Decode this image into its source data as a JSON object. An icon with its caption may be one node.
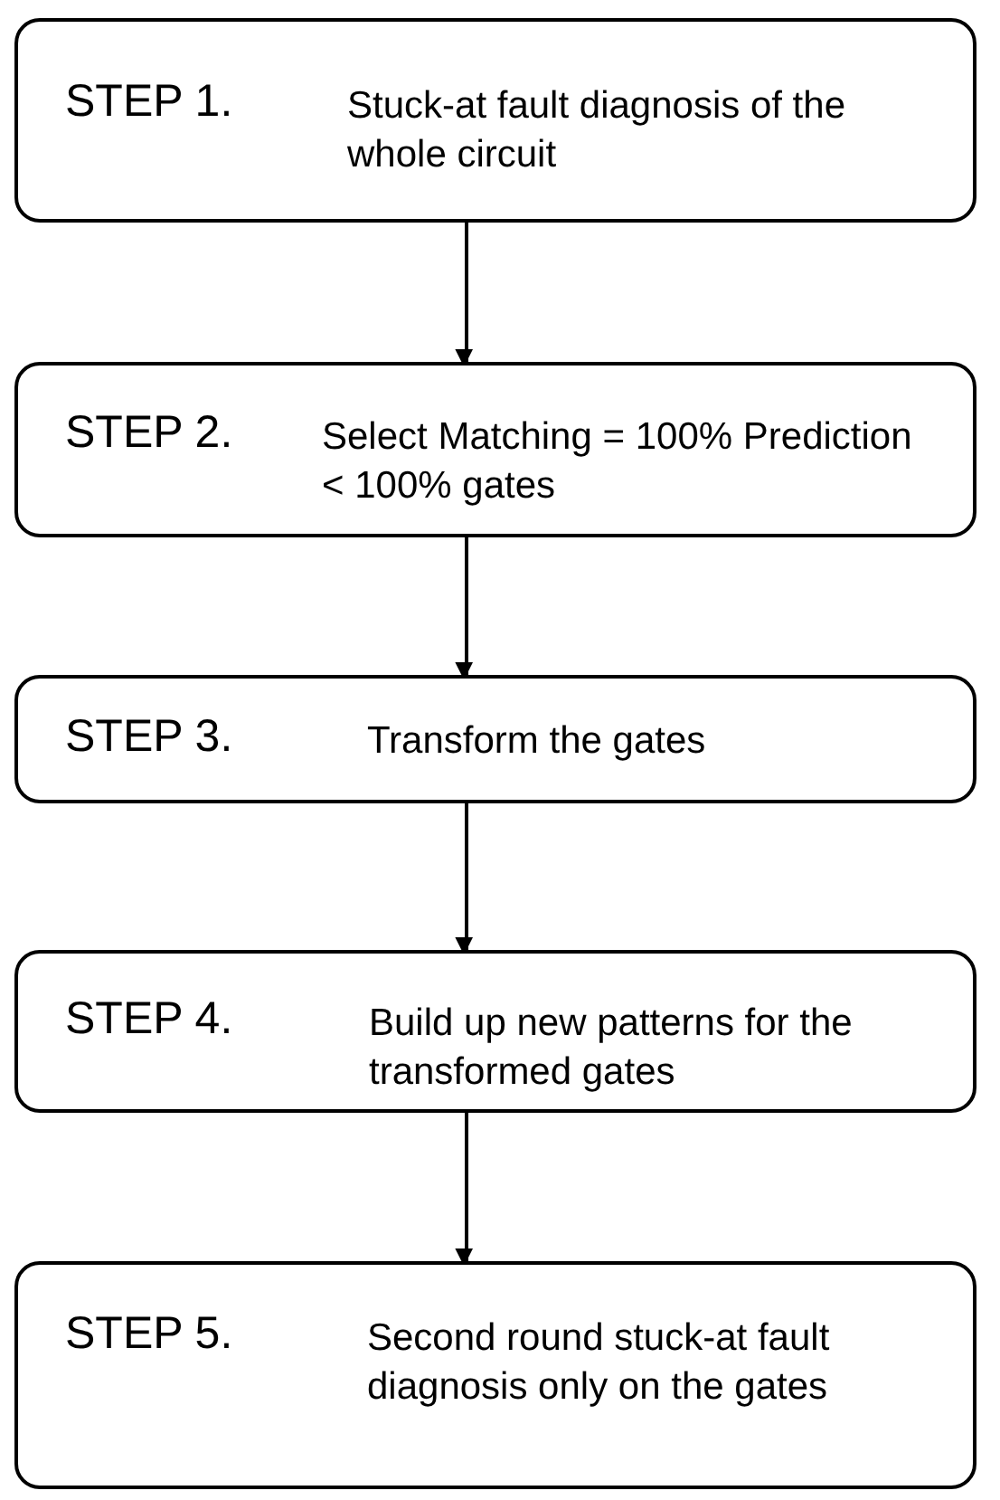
{
  "diagram": {
    "nodes": [
      {
        "text": [
          "STEP 1.",
          "Stuck-at fault diagnosis of the whole circuit"
        ]
      },
      {
        "text": [
          "STEP 2.",
          "Select Matching = 100% Prediction < 100% gates"
        ]
      },
      {
        "text": [
          "STEP 3.",
          "Transform the gates"
        ]
      },
      {
        "text": [
          "STEP 4.",
          "Build up new patterns for the transformed gates"
        ]
      },
      {
        "text": [
          "STEP 5.",
          "Second round stuck-at fault diagnosis only on the gates"
        ]
      }
    ],
    "edges": [
      {
        "from": 0,
        "to": 1,
        "arrow": "to"
      },
      {
        "from": 1,
        "to": 2,
        "arrow": "to"
      },
      {
        "from": 2,
        "to": 3,
        "arrow": "to"
      },
      {
        "from": 3,
        "to": 4,
        "arrow": "to"
      }
    ]
  }
}
